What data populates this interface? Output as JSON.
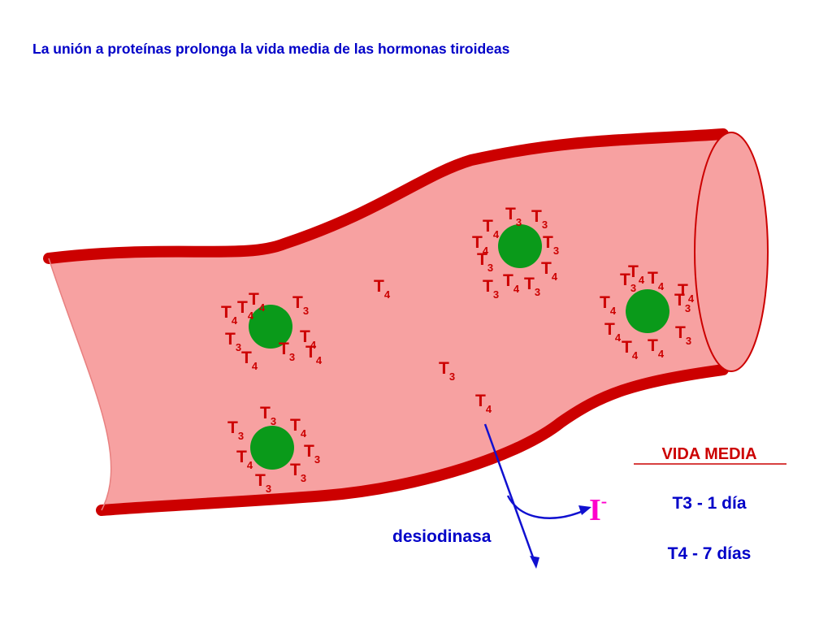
{
  "title": "La unión a proteínas prolonga la vida media de las hormonas tiroideas",
  "colors": {
    "title": "#0000c8",
    "vessel_fill": "#f7a1a1",
    "vessel_wall": "#cc0000",
    "protein": "#0a9a1a",
    "hormone_text": "#cc0000",
    "arrow": "#1010d0",
    "iodide": "#ff00cc"
  },
  "hormone": {
    "letter": "T",
    "sub3": "3",
    "sub4": "4"
  },
  "arrow_label": "desiodinasa",
  "iodide": {
    "symbol": "I",
    "charge": "-"
  },
  "half_life": {
    "heading": "VIDA MEDIA",
    "t3": "T3 - 1 día",
    "t4": "T4 - 7 días"
  },
  "icons": {
    "protein": "green-circle",
    "arrow": "arrow-icon"
  }
}
